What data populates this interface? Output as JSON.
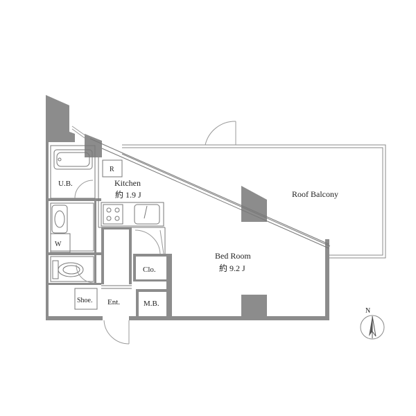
{
  "labels": {
    "ub": "U.B.",
    "kitchen": "Kitchen",
    "kitchen_area": "約 1.9 J",
    "refrigerator": "R",
    "washer": "W",
    "bedroom": "Bed Room",
    "bedroom_area": "約 9.2 J",
    "closet": "Clo.",
    "shoe": "Shoe.",
    "entrance": "Ent.",
    "meter_box": "M.B.",
    "balcony": "Roof Balcony",
    "north": "N"
  },
  "colors": {
    "wall": "#8c8c8c",
    "line": "#777777",
    "background": "#ffffff"
  }
}
